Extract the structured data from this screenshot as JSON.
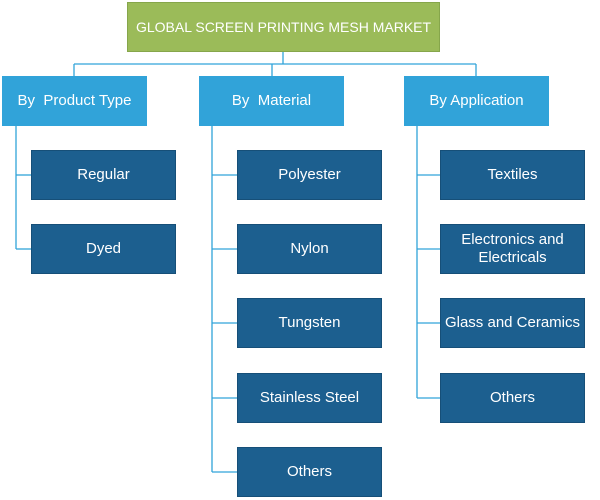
{
  "root": {
    "title": "GLOBAL SCREEN PRINTING MESH MARKET"
  },
  "categories": [
    {
      "label": "By  Product Type",
      "items": [
        "Regular",
        "Dyed"
      ]
    },
    {
      "label": "By  Material",
      "items": [
        "Polyester",
        "Nylon",
        "Tungsten",
        "Stainless Steel",
        "Others"
      ]
    },
    {
      "label": "By Application",
      "items": [
        "Textiles",
        "Electronics and Electricals",
        "Glass and Ceramics",
        "Others"
      ]
    }
  ],
  "colors": {
    "root_fill": "#9bbb59",
    "category_fill": "#31a3d9",
    "item_fill": "#1c5f8f",
    "connector": "#31a3d9",
    "text": "#ffffff"
  }
}
